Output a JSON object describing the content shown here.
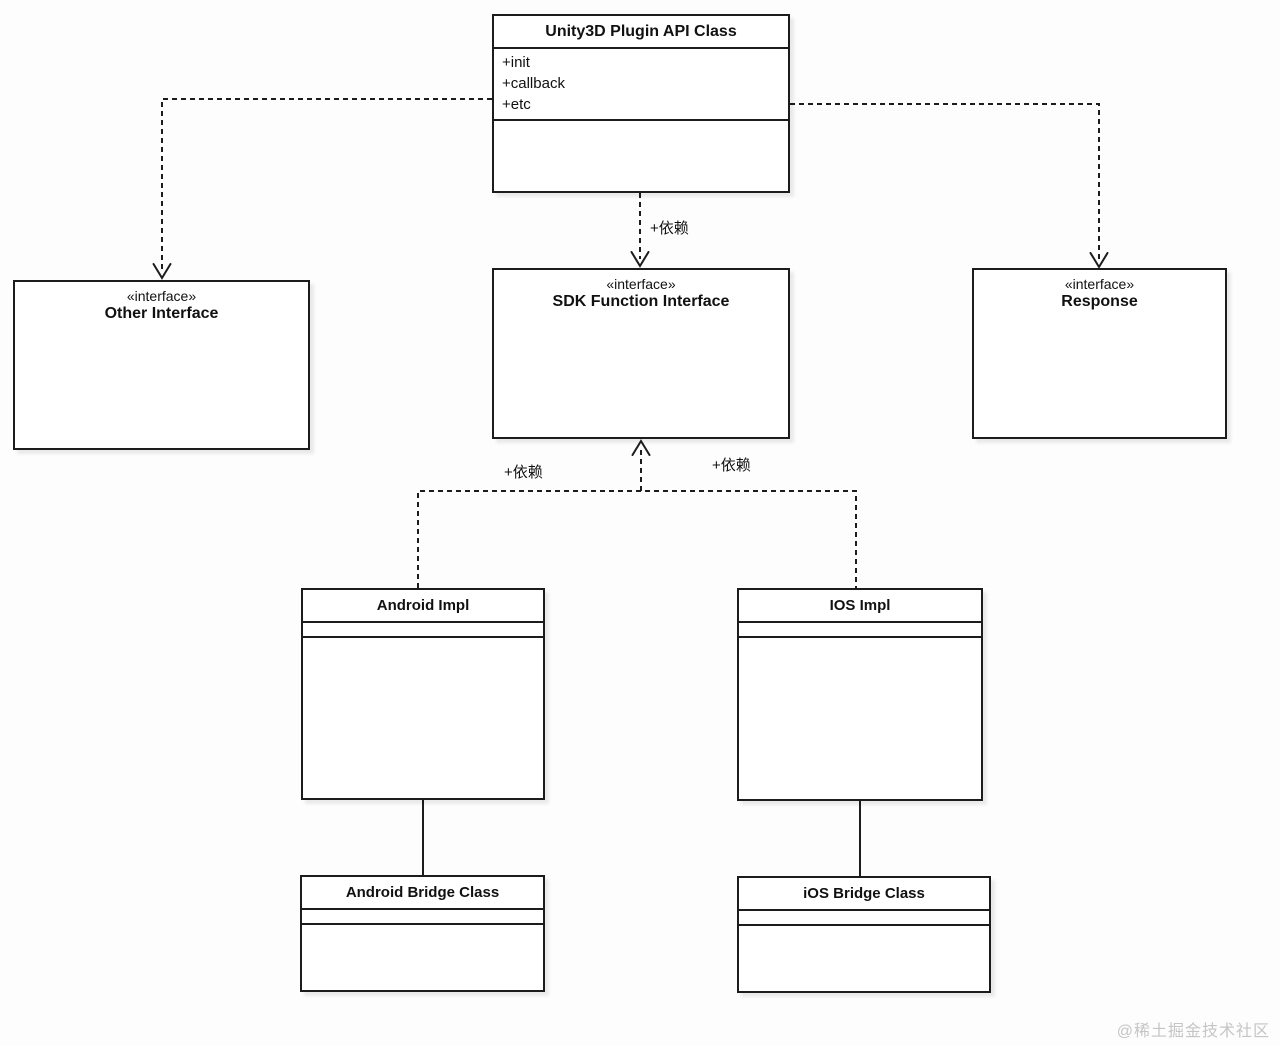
{
  "diagram": {
    "unity_class": {
      "title": "Unity3D Plugin API Class",
      "attributes": [
        "+init",
        "+callback",
        "+etc"
      ]
    },
    "sdk_interface": {
      "stereotype": "«interface»",
      "name": "SDK Function Interface"
    },
    "other_interface": {
      "stereotype": "«interface»",
      "name": "Other Interface"
    },
    "response_interface": {
      "stereotype": "«interface»",
      "name": "Response"
    },
    "android_impl": {
      "title": "Android Impl"
    },
    "ios_impl": {
      "title": "IOS Impl"
    },
    "android_bridge": {
      "title": "Android Bridge Class"
    },
    "ios_bridge": {
      "title": "iOS Bridge Class"
    },
    "dependency_labels": {
      "top": "+依赖",
      "left": "+依赖",
      "right": "+依赖"
    },
    "watermark": "@稀土掘金技术社区",
    "colors": {
      "line": "#1c1c1c",
      "box_background": "#ffffff",
      "watermark": "#c5c5c5"
    }
  }
}
